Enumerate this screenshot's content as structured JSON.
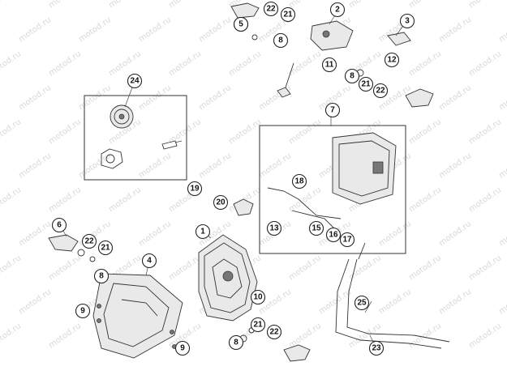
{
  "watermark": "motod.ru",
  "callouts": [
    {
      "label": "1"
    },
    {
      "label": "2"
    },
    {
      "label": "3"
    },
    {
      "label": "4"
    },
    {
      "label": "5"
    },
    {
      "label": "6"
    },
    {
      "label": "7"
    },
    {
      "label": "8"
    },
    {
      "label": "8"
    },
    {
      "label": "8"
    },
    {
      "label": "8"
    },
    {
      "label": "9"
    },
    {
      "label": "9"
    },
    {
      "label": "10"
    },
    {
      "label": "11"
    },
    {
      "label": "12"
    },
    {
      "label": "13"
    },
    {
      "label": "15"
    },
    {
      "label": "16"
    },
    {
      "label": "17"
    },
    {
      "label": "18"
    },
    {
      "label": "19"
    },
    {
      "label": "20"
    },
    {
      "label": "21"
    },
    {
      "label": "21"
    },
    {
      "label": "21"
    },
    {
      "label": "21"
    },
    {
      "label": "22"
    },
    {
      "label": "22"
    },
    {
      "label": "22"
    },
    {
      "label": "22"
    },
    {
      "label": "23"
    },
    {
      "label": "24"
    },
    {
      "label": "25"
    },
    {
      "label": "5"
    }
  ]
}
